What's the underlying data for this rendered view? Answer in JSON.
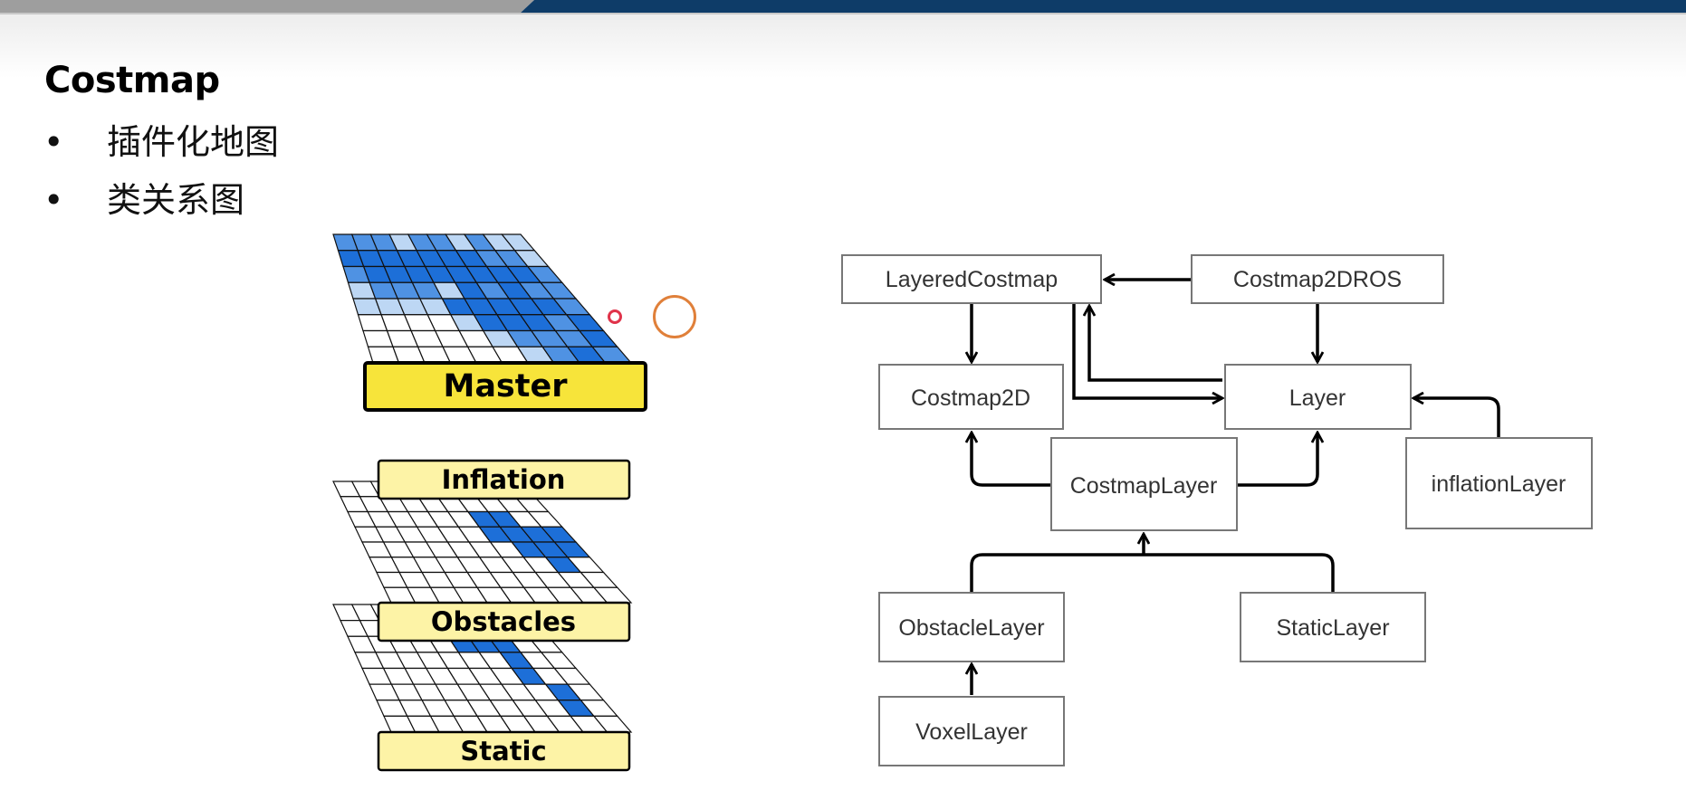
{
  "slide": {
    "title": "Costmap",
    "bullets": [
      "插件化地图",
      "类关系图"
    ]
  },
  "layers": {
    "master": "Master",
    "inflation": "Inflation",
    "obstacles": "Obstacles",
    "static": "Static"
  },
  "class_diagram": {
    "boxes": {
      "layered_costmap": "LayeredCostmap",
      "costmap2d_ros": "Costmap2DROS",
      "costmap2d": "Costmap2D",
      "layer": "Layer",
      "costmap_layer": "CostmapLayer",
      "inflation_layer": "inflationLayer",
      "obstacle_layer": "ObstacleLayer",
      "static_layer": "StaticLayer",
      "voxel_layer": "VoxelLayer"
    }
  },
  "colors": {
    "bar_gray": "#9e9e9e",
    "bar_blue": "#0e3c68",
    "cell_dark": "#1d6fd8",
    "cell_mid": "#4f92e3",
    "cell_light": "#bdd7f4",
    "label_fill": "#fdf3a6",
    "master_fill": "#f7e43a"
  }
}
